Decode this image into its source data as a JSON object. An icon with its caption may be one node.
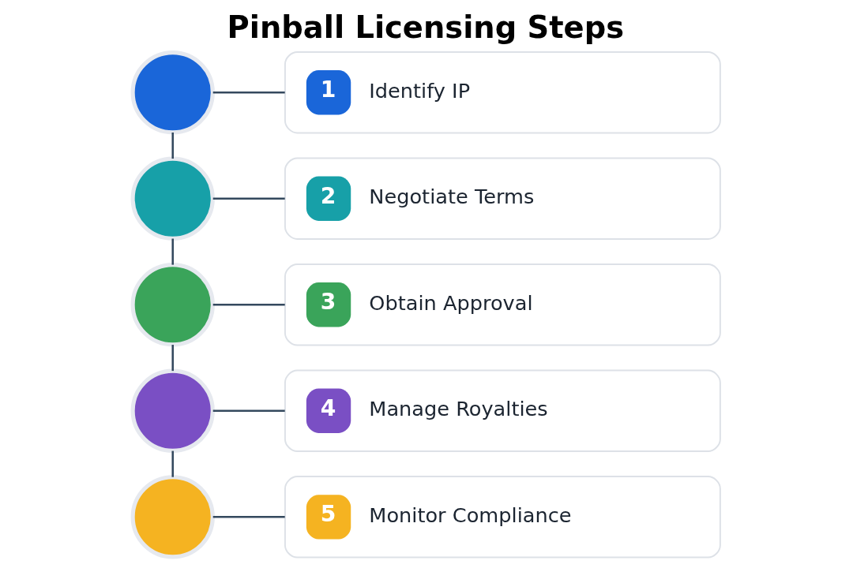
{
  "diagram": {
    "title": "Pinball Licensing Steps",
    "nodes": [
      {
        "text": [],
        "shape": "circle"
      },
      {
        "text": [],
        "shape": "circle"
      },
      {
        "text": [],
        "shape": "circle"
      },
      {
        "text": [],
        "shape": "circle"
      },
      {
        "text": [],
        "shape": "circle"
      },
      {
        "text": [
          "1",
          "Identify IP"
        ]
      },
      {
        "text": [
          "2",
          "Negotiate Terms"
        ]
      },
      {
        "text": [
          "3",
          "Obtain Approval"
        ]
      },
      {
        "text": [
          "4",
          "Manage Royalties"
        ]
      },
      {
        "text": [
          "5",
          "Monitor Compliance"
        ]
      }
    ],
    "edges": [
      {
        "from": 0,
        "to": 1,
        "arrow": "none"
      },
      {
        "from": 1,
        "to": 2,
        "arrow": "none"
      },
      {
        "from": 2,
        "to": 3,
        "arrow": "none"
      },
      {
        "from": 3,
        "to": 4,
        "arrow": "none"
      },
      {
        "from": 0,
        "to": 5,
        "arrow": "none"
      },
      {
        "from": 1,
        "to": 6,
        "arrow": "none"
      },
      {
        "from": 2,
        "to": 7,
        "arrow": "none"
      },
      {
        "from": 3,
        "to": 8,
        "arrow": "none"
      },
      {
        "from": 4,
        "to": 9,
        "arrow": "none"
      }
    ]
  }
}
